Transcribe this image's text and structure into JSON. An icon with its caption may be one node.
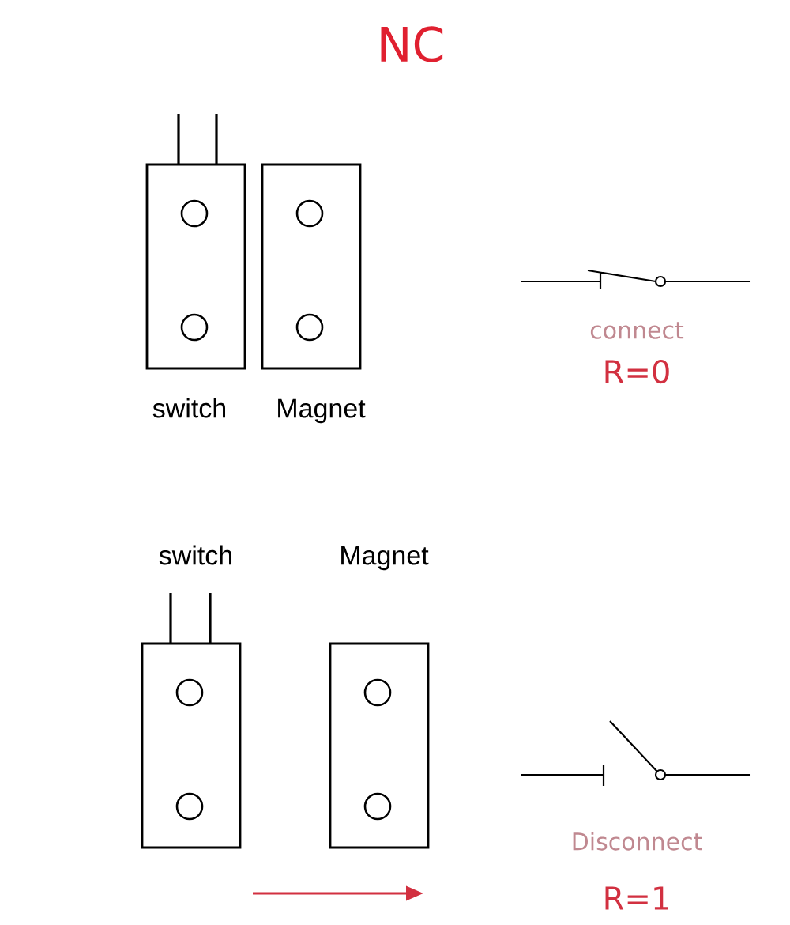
{
  "diagram": {
    "title": "NC",
    "labels": [
      "switch",
      "Magnet",
      "connect",
      "R=0",
      "switch",
      "Magnet",
      "Disconnect",
      "R=1"
    ]
  }
}
